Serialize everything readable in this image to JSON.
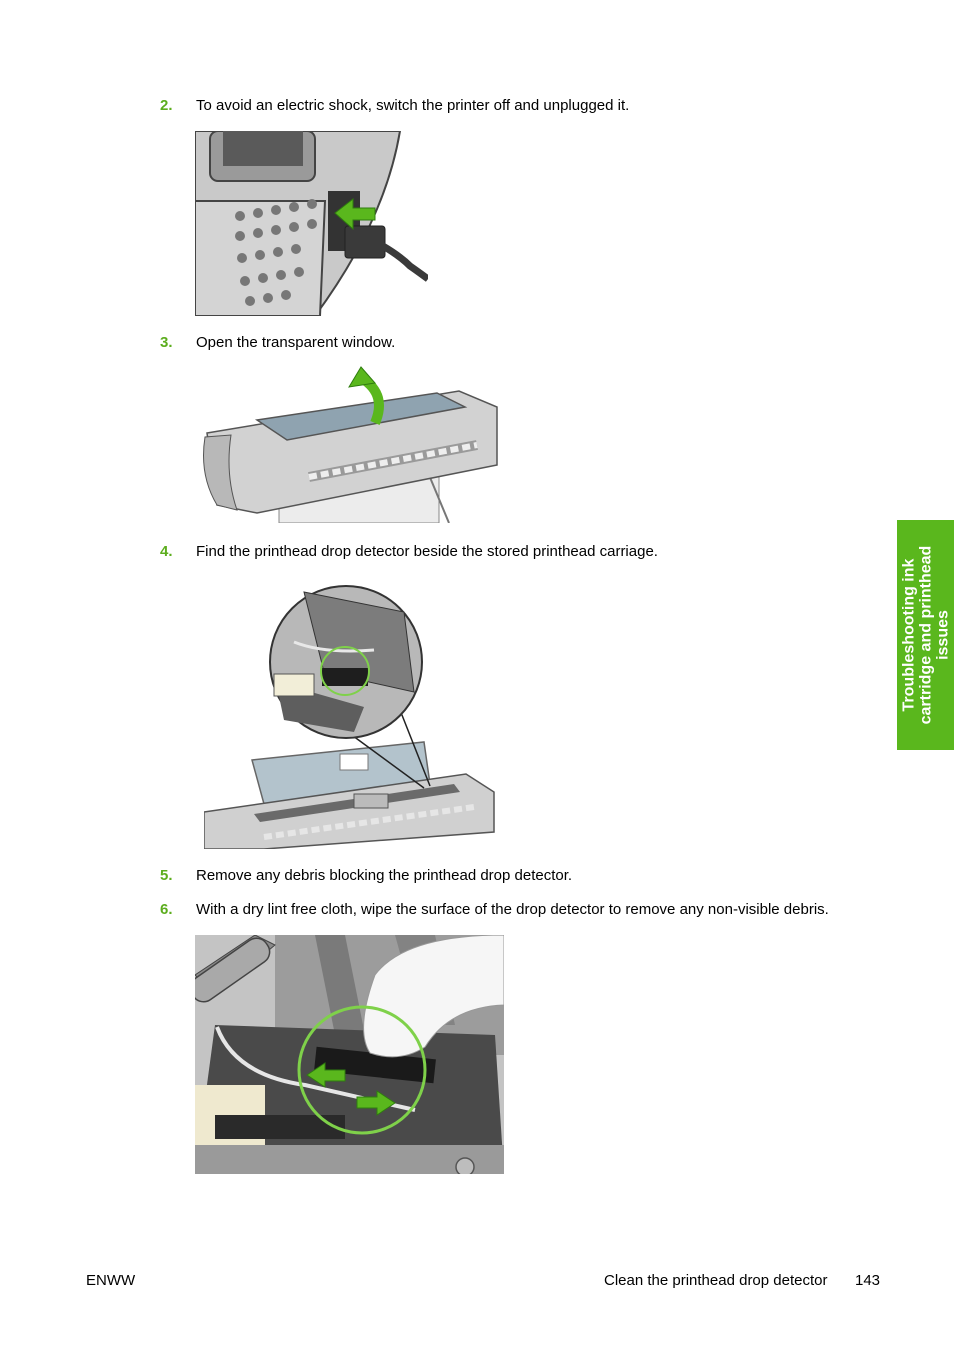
{
  "steps": [
    {
      "number": "2.",
      "text": "To avoid an electric shock, switch the printer off and unplugged it."
    },
    {
      "number": "3.",
      "text": "Open the transparent window."
    },
    {
      "number": "4.",
      "text": "Find the printhead drop detector beside the stored printhead carriage."
    },
    {
      "number": "5.",
      "text": "Remove any debris blocking the printhead drop detector."
    },
    {
      "number": "6.",
      "text": "With a dry lint free cloth, wipe the surface of the drop detector to remove any non-visible debris."
    }
  ],
  "side_tab": {
    "label": "Troubleshooting ink cartridge and printhead issues"
  },
  "footer": {
    "left": "ENWW",
    "right": "Clean the printhead drop detector",
    "page": "143"
  },
  "colors": {
    "accent": "#5cad1e",
    "tab": "#5ab71d"
  }
}
